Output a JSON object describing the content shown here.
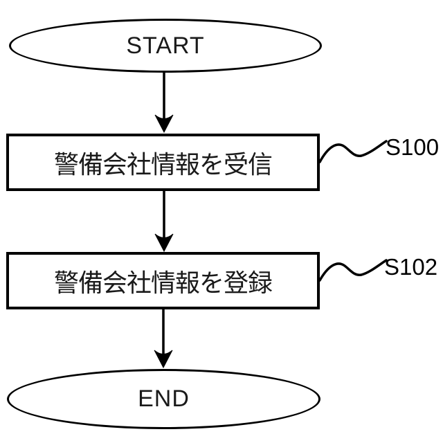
{
  "diagram": {
    "kind": "flowchart",
    "background_color": "#ffffff",
    "stroke_color": "#000000",
    "nodes": {
      "start": {
        "shape": "terminator",
        "label": "START"
      },
      "step1": {
        "shape": "process",
        "label": "警備会社情報を受信",
        "step_label": "S100"
      },
      "step2": {
        "shape": "process",
        "label": "警備会社情報を登録",
        "step_label": "S102"
      },
      "end": {
        "shape": "terminator",
        "label": "END"
      }
    },
    "edges": [
      {
        "from": "start",
        "to": "step1"
      },
      {
        "from": "step1",
        "to": "step2"
      },
      {
        "from": "step2",
        "to": "end"
      }
    ]
  }
}
